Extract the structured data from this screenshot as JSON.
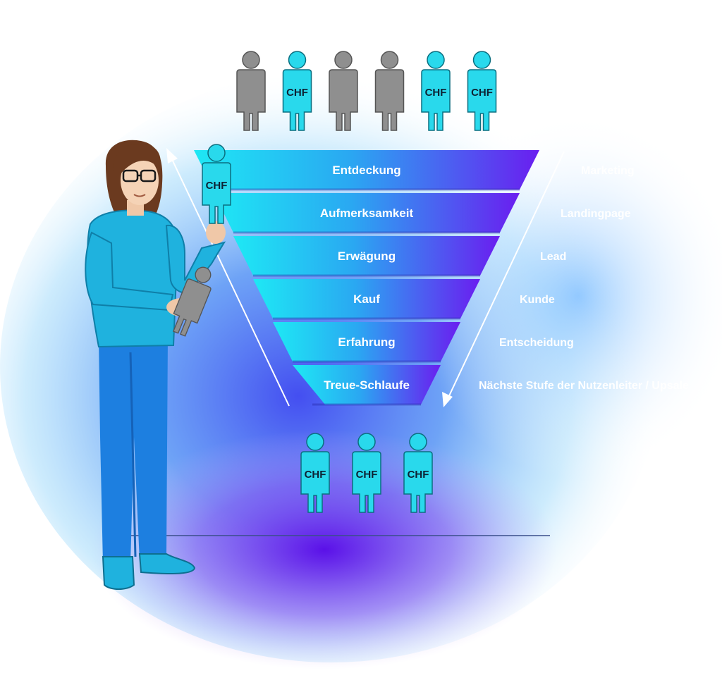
{
  "funnel": {
    "stages": [
      {
        "label": "Entdeckung"
      },
      {
        "label": "Aufmerksamkeit"
      },
      {
        "label": "Erwägung"
      },
      {
        "label": "Kauf"
      },
      {
        "label": "Erfahrung"
      },
      {
        "label": "Treue-Schlaufe"
      }
    ],
    "side_labels": [
      {
        "label": "Marketing"
      },
      {
        "label": "Landingpage"
      },
      {
        "label": "Lead"
      },
      {
        "label": "Kunde"
      },
      {
        "label": "Entscheidung"
      },
      {
        "label": "Nächste Stufe der Nutzenleiter / Upsale"
      }
    ]
  },
  "figures": {
    "currency": "CHF",
    "top_row": [
      {
        "paying": false
      },
      {
        "paying": true
      },
      {
        "paying": false
      },
      {
        "paying": false
      },
      {
        "paying": true
      },
      {
        "paying": true
      }
    ],
    "bottom_row": [
      {
        "paying": true
      },
      {
        "paying": true
      },
      {
        "paying": true
      }
    ],
    "held_figure": {
      "paying": true
    },
    "held_gray_figure": {
      "paying": false
    }
  },
  "colors": {
    "funnel_start": "#1ee8f4",
    "funnel_end": "#6a1ef0",
    "figure_cyan": "#29d9ec",
    "figure_gray": "#8f8f8f",
    "person_sweater": "#1fb2de",
    "person_jeans": "#1d7fe0",
    "person_hair": "#6b3a1f",
    "text_light": "#ffffff"
  }
}
